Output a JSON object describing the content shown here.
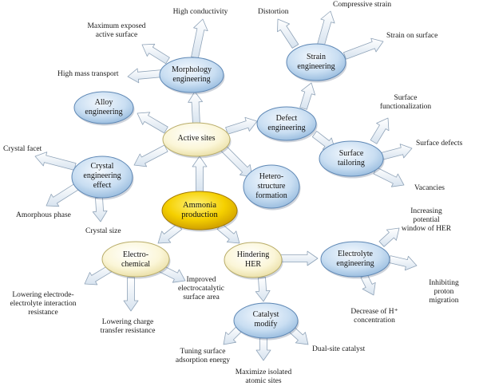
{
  "center": {
    "text": "Ammonia\nproduction"
  },
  "nodes": {
    "active_sites": "Active sites",
    "morphology": "Morphology\nengineering",
    "alloy": "Alloy\nengineering",
    "crystal": "Crystal\nengineering\neffect",
    "defect": "Defect\nengineering",
    "strain": "Strain\nengineering",
    "surface_tailoring": "Surface\ntailoring",
    "hetero": "Hetero-\nstructure\nformation",
    "electrochemical": "Electro-\nchemical",
    "hindering": "Hindering\nHER",
    "electrolyte": "Electrolyte\nengineering",
    "catalyst": "Catalyst\nmodify"
  },
  "labels": {
    "high_conductivity": "High conductivity",
    "max_exposed": "Maximum exposed\nactive surface",
    "high_mass": "High mass transport",
    "distortion": "Distortion",
    "compressive": "Compressive strain",
    "strain_surface": "Strain on surface",
    "surface_func": "Surface\nfunctionalization",
    "surface_defects": "Surface defects",
    "vacancies": "Vacancies",
    "crystal_facet": "Crystal facet",
    "amorphous": "Amorphous phase",
    "crystal_size": "Crystal size",
    "increasing_window": "Increasing potential\nwindow of HER",
    "inhibiting": "Inhibiting proton\nmigration",
    "decrease_h": "Decrease of H⁺\nconcentration",
    "lowering_ee": "Lowering electrode-\nelectrolyte interaction\nresistance",
    "lowering_ct": "Lowering charge\ntransfer resistance",
    "improved": "Improved\nelectrocatalytic\nsurface area",
    "tuning": "Tuning surface\nadsorption energy",
    "maximize": "Maximize isolated\natomic sites",
    "dual_site": "Dual-site catalyst"
  }
}
